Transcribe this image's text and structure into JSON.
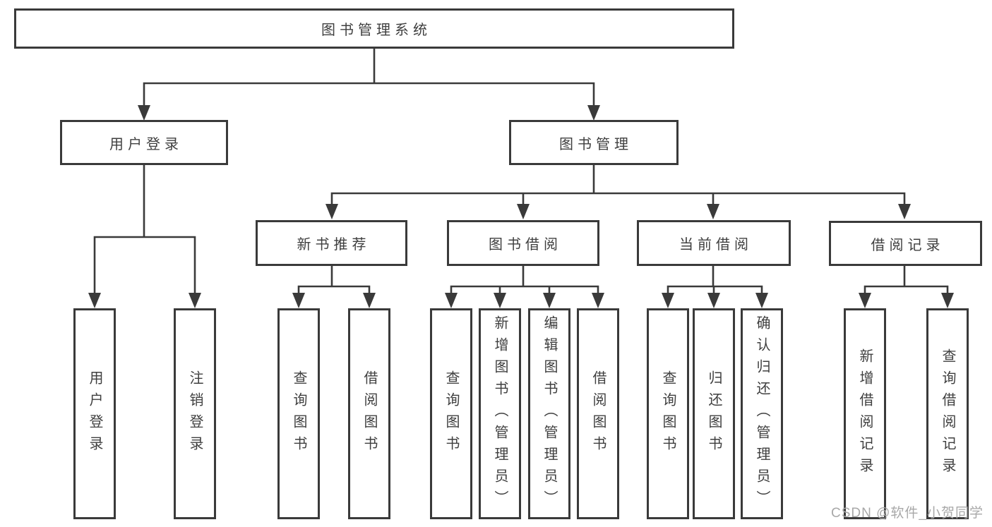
{
  "diagram": {
    "type": "tree-structure-diagram",
    "watermark": "CSDN @软件_小贺同学",
    "colors": {
      "line": "#3a3a3a",
      "box_border": "#3a3a3a",
      "box_fill": "#ffffff",
      "text": "#3f3f3f",
      "watermark_text": "#a8a8a8",
      "background": "#ffffff"
    },
    "nodes": {
      "root": {
        "label": "图书管理系统"
      },
      "user_login": {
        "label": "用户登录"
      },
      "book_management": {
        "label": "图书管理"
      },
      "new_book_recommend": {
        "label": "新书推荐"
      },
      "book_borrow": {
        "label": "图书借阅"
      },
      "current_borrow": {
        "label": "当前借阅"
      },
      "borrow_records": {
        "label": "借阅记录"
      },
      "leaf_user_login": {
        "label": "用户登录"
      },
      "leaf_logout": {
        "label": "注销登录"
      },
      "leaf_query_book_recommend": {
        "label": "查询图书"
      },
      "leaf_borrow_book_recommend": {
        "label": "借阅图书"
      },
      "leaf_query_book_borrow": {
        "label": "查询图书"
      },
      "leaf_add_book_admin": {
        "label": "新增图书（管理员）"
      },
      "leaf_edit_book_admin": {
        "label": "编辑图书（管理员）"
      },
      "leaf_borrow_book_borrow": {
        "label": "借阅图书"
      },
      "leaf_query_book_current": {
        "label": "查询图书"
      },
      "leaf_return_book": {
        "label": "归还图书"
      },
      "leaf_confirm_return_admin": {
        "label": "确认归还（管理员）"
      },
      "leaf_add_borrow_record": {
        "label": "新增借阅记录"
      },
      "leaf_query_borrow_record": {
        "label": "查询借阅记录"
      }
    },
    "edges": [
      "root->user_login",
      "root->book_management",
      "user_login->leaf_user_login",
      "user_login->leaf_logout",
      "book_management->new_book_recommend",
      "book_management->book_borrow",
      "book_management->current_borrow",
      "book_management->borrow_records",
      "new_book_recommend->leaf_query_book_recommend",
      "new_book_recommend->leaf_borrow_book_recommend",
      "book_borrow->leaf_query_book_borrow",
      "book_borrow->leaf_add_book_admin",
      "book_borrow->leaf_edit_book_admin",
      "book_borrow->leaf_borrow_book_borrow",
      "current_borrow->leaf_query_book_current",
      "current_borrow->leaf_return_book",
      "current_borrow->leaf_confirm_return_admin",
      "borrow_records->leaf_add_borrow_record",
      "borrow_records->leaf_query_borrow_record"
    ]
  }
}
